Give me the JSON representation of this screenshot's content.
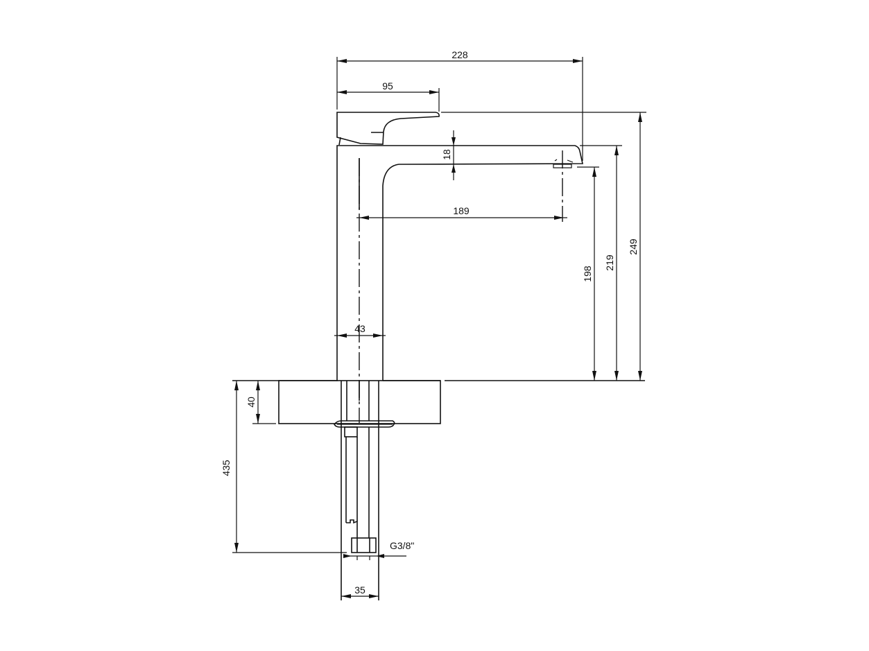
{
  "drawing": {
    "subject": "Single-lever basin mixer tap, side elevation",
    "line_color": "#111111",
    "background": "#ffffff",
    "dimensions": {
      "overall_length": "228",
      "lever_length": "95",
      "spout_thickness": "18",
      "spout_projection": "189",
      "body_width": "43",
      "outlet_height": "198",
      "spout_top_height": "219",
      "overall_height": "249",
      "deck_thickness": "40",
      "below_deck_length": "435",
      "connection_width": "35"
    },
    "thread_label": "G3/8\""
  }
}
